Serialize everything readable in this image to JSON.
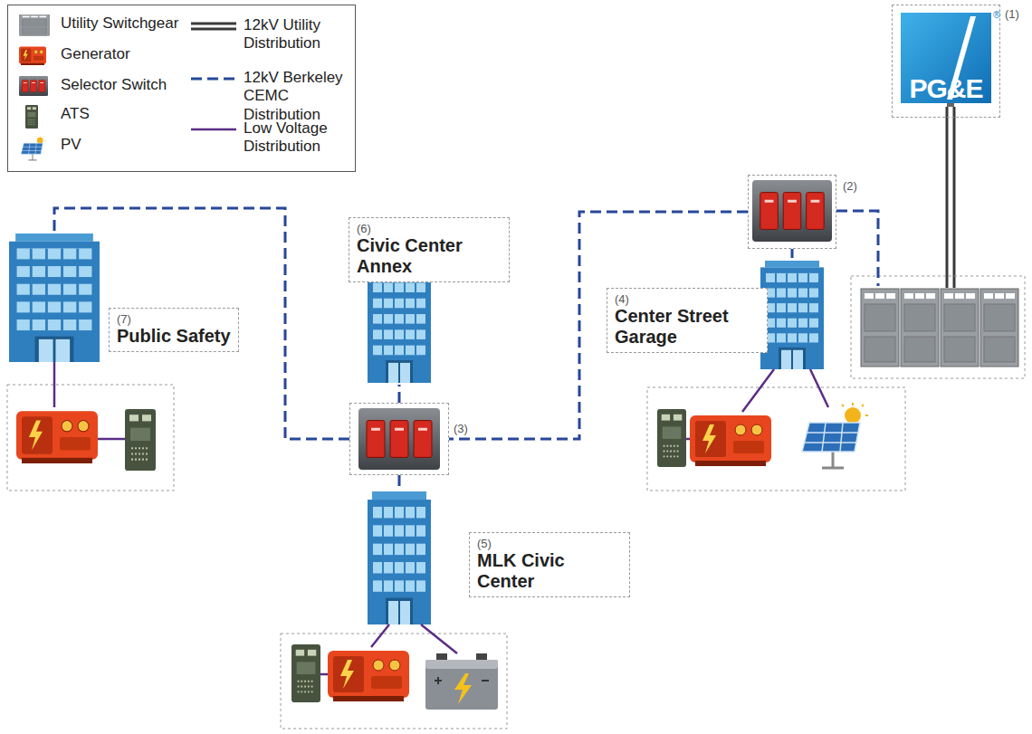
{
  "diagram": {
    "nodes": [
      {
        "text": [
          "(1)",
          "PG&E"
        ]
      },
      {
        "text": [
          "(2)"
        ]
      },
      {
        "text": [
          "(4)",
          "Center Street Garage"
        ]
      },
      {
        "text": [
          "(3)"
        ]
      },
      {
        "text": [
          "(6)",
          "Civic Center Annex"
        ]
      },
      {
        "text": [
          "(5)",
          "MLK Civic Center"
        ]
      },
      {
        "text": [
          "(7)",
          "Public Safety"
        ]
      }
    ],
    "edges": [
      {
        "from": 1,
        "to": 3,
        "arrow": "none"
      },
      {
        "from": 1,
        "to": 2,
        "arrow": "none"
      },
      {
        "from": 3,
        "to": 4,
        "arrow": "none"
      },
      {
        "from": 3,
        "to": 5,
        "arrow": "none"
      },
      {
        "from": 3,
        "to": 6,
        "arrow": "none"
      }
    ],
    "labels": [
      "®"
    ],
    "legend": [
      {
        "text": "Utility Switchgear"
      },
      {
        "text": "Generator"
      },
      {
        "text": "Selector Switch"
      },
      {
        "text": "ATS"
      },
      {
        "text": "PV"
      },
      {
        "text": "12kV Utility Distribution"
      },
      {
        "text": "12kV Berkeley CEMC Distribution"
      },
      {
        "text": "Low Voltage Distribution"
      }
    ]
  }
}
